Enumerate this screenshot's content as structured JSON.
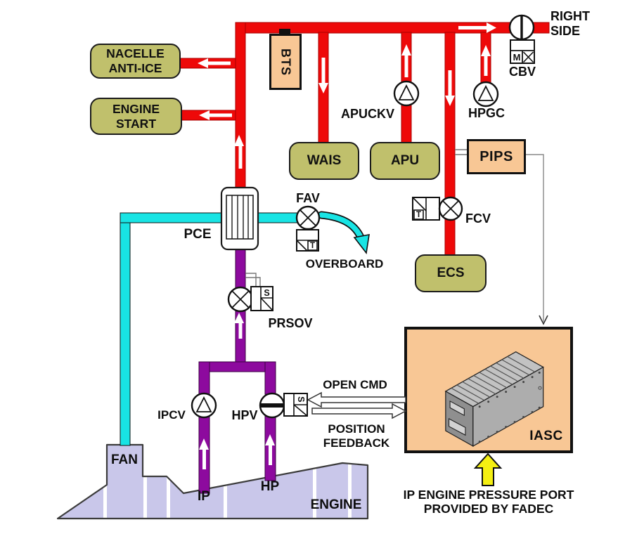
{
  "diagram": {
    "boxes": {
      "nacelle_line1": "NACELLE",
      "nacelle_line2": "ANTI-ICE",
      "engine_start_line1": "ENGINE",
      "engine_start_line2": "START",
      "bts": "BTS",
      "wais": "WAIS",
      "apu": "APU",
      "ecs": "ECS",
      "pips": "PIPS",
      "iasc": "IASC"
    },
    "valves": {
      "cbv": "CBV",
      "apuckv": "APUCKV",
      "hpgc": "HPGC",
      "fav": "FAV",
      "fcv": "FCV",
      "prsov": "PRSOV",
      "ipcv": "IPCV",
      "hpv": "HPV"
    },
    "labels": {
      "right_side_line1": "RIGHT",
      "right_side_line2": "SIDE",
      "pce": "PCE",
      "overboard": "OVERBOARD",
      "open_cmd": "OPEN CMD",
      "position": "POSITION",
      "feedback": "FEEDBACK",
      "fan": "FAN",
      "ip": "IP",
      "hp": "HP",
      "engine": "ENGINE",
      "footnote_line1": "IP ENGINE PRESSURE PORT",
      "footnote_line2": "PROVIDED BY FADEC"
    },
    "indicators": {
      "m": "M",
      "t": "T",
      "s": "S"
    },
    "colors": {
      "bleed_red": "#ee0909",
      "fan_cyan": "#18e4e4",
      "ip_purple": "#8d0a9e",
      "olive": "#c0c06c",
      "tan": "#f8c795",
      "engine_lavender": "#c9c7ea",
      "arrow_yellow": "#f4ef12"
    }
  }
}
